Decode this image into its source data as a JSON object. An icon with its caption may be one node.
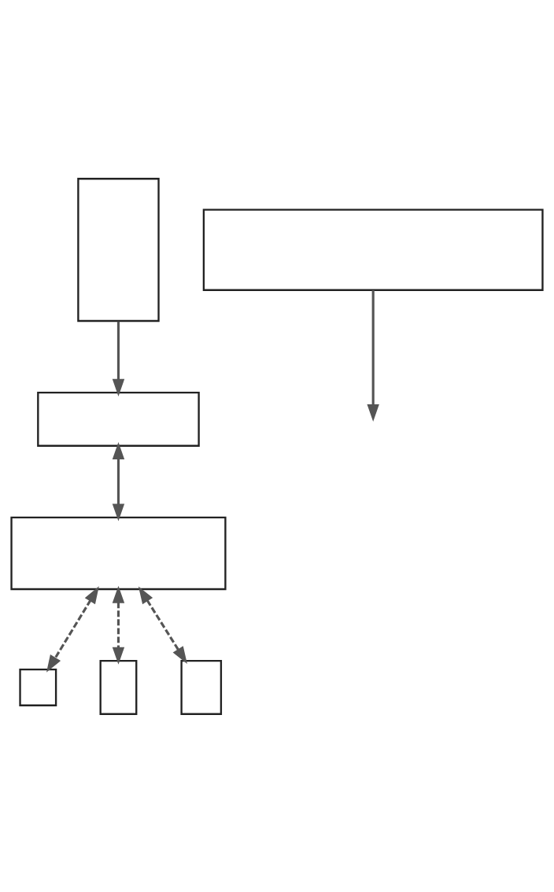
{
  "diagram": {
    "nodes": [
      {
        "text": [],
        "shape": "box"
      },
      {
        "text": [],
        "shape": "box"
      },
      {
        "text": [],
        "shape": "box"
      },
      {
        "text": [],
        "shape": "box"
      },
      {
        "text": [],
        "shape": "box"
      },
      {
        "text": [],
        "shape": "box"
      },
      {
        "text": [],
        "shape": "box"
      }
    ],
    "edges": [
      {
        "from": 0,
        "to": 1,
        "arrow": "to"
      },
      {
        "from": 1,
        "to": 2,
        "arrow": "both"
      },
      {
        "from": 2,
        "to": 3,
        "arrow": "both",
        "style": "dashed"
      },
      {
        "from": 2,
        "to": 4,
        "arrow": "both",
        "style": "dashed"
      },
      {
        "from": 2,
        "to": 5,
        "arrow": "both",
        "style": "dashed"
      },
      {
        "from": 6,
        "to": null,
        "arrow": "to"
      }
    ]
  }
}
